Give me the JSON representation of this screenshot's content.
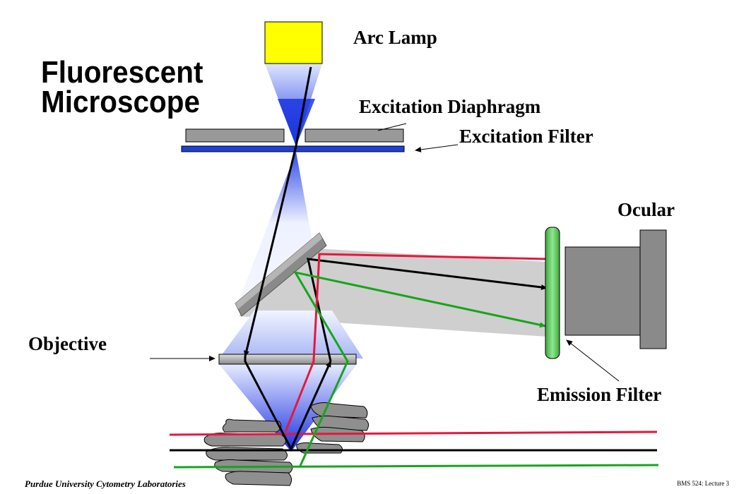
{
  "title": {
    "line1": "Fluorescent",
    "line2": "Microscope"
  },
  "labels": {
    "arc_lamp": "Arc Lamp",
    "excitation_diaphragm": "Excitation Diaphragm",
    "excitation_filter": "Excitation Filter",
    "ocular": "Ocular",
    "objective": "Objective",
    "emission_filter": "Emission Filter"
  },
  "footer": {
    "left": "Purdue University Cytometry Laboratories",
    "right": "BMS 524: Lecture 3"
  },
  "colors": {
    "lamp": "#ffff00",
    "excitation_filter": "#1f3fd8",
    "emission_filter": "#5fcf5f",
    "emission_red": "#e8163c",
    "emission_green": "#16a51c",
    "excitation_ray": "#000000"
  }
}
